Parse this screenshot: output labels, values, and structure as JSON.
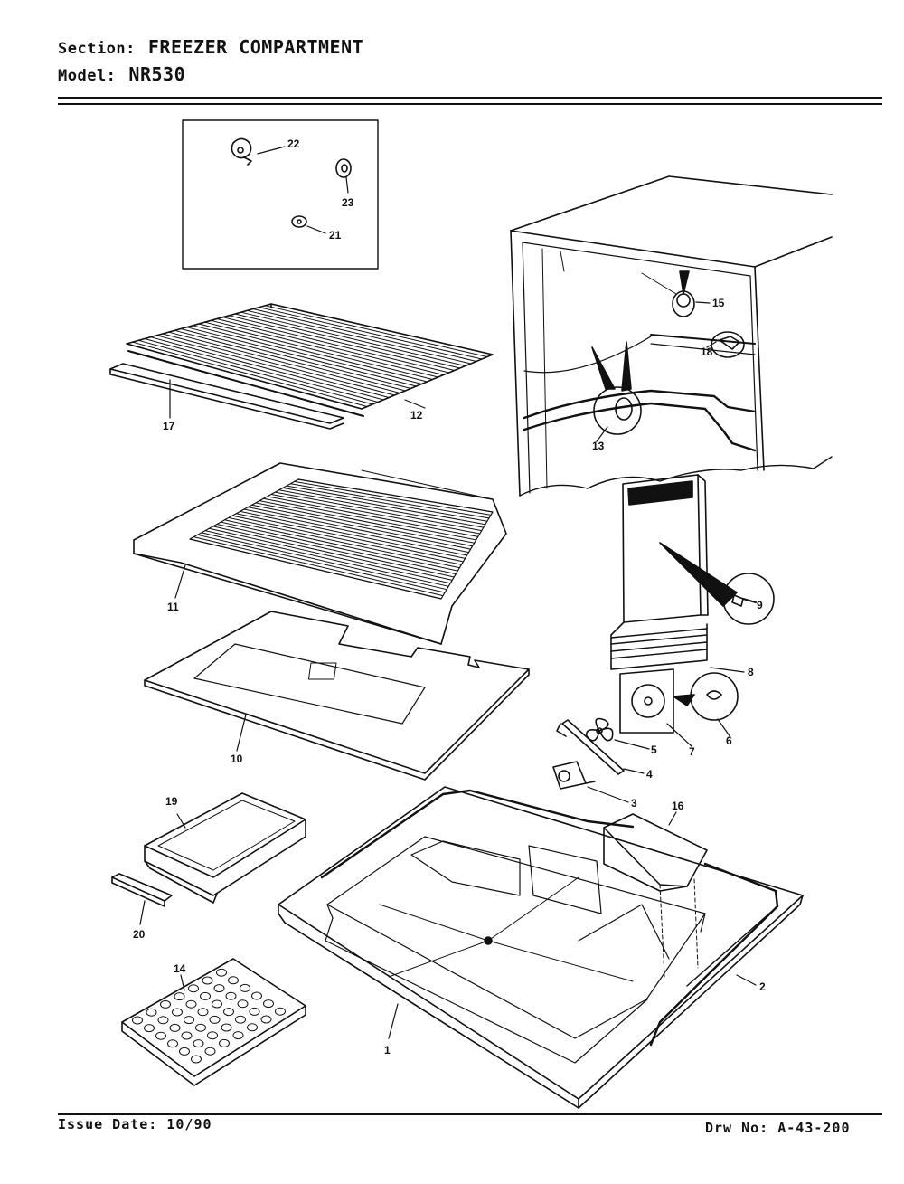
{
  "header": {
    "section_label": "Section:",
    "section_value": "FREEZER COMPARTMENT",
    "model_label": "Model:",
    "model_value": "NR530"
  },
  "footer": {
    "issue_date": "Issue Date: 10/90",
    "drawing_number": "Drw No: A-43-200"
  },
  "callouts": [
    "1",
    "2",
    "3",
    "4",
    "5",
    "6",
    "7",
    "8",
    "9",
    "10",
    "11",
    "12",
    "13",
    "14",
    "15",
    "16",
    "17",
    "18",
    "19",
    "20",
    "21",
    "22",
    "23"
  ]
}
